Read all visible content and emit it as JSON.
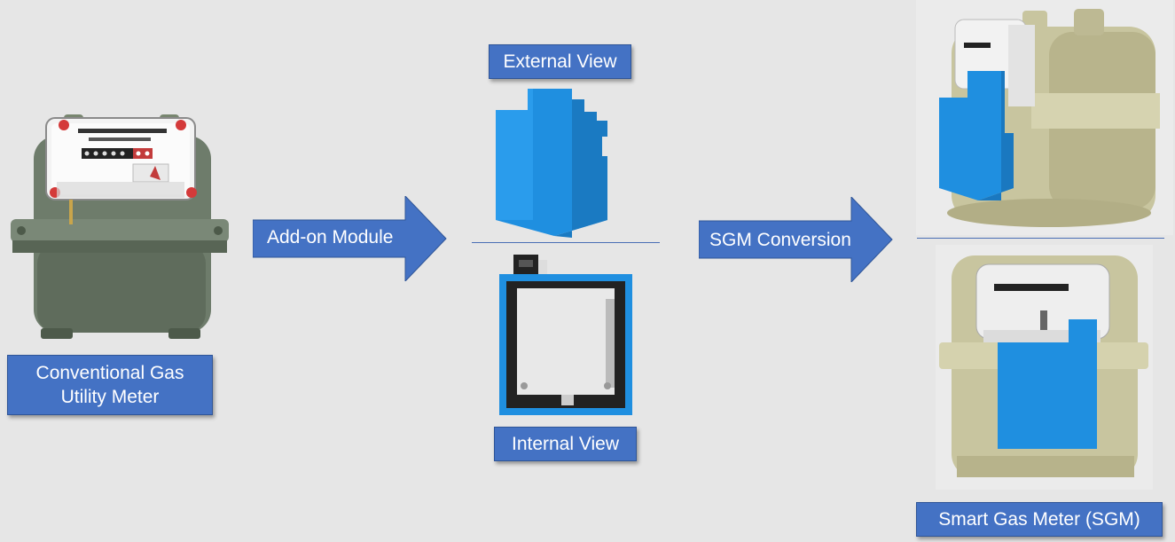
{
  "labels": {
    "conventional_meter": "Conventional Gas Utility Meter",
    "external_view": "External View",
    "internal_view": "Internal View",
    "smart_gas_meter": "Smart Gas Meter (SGM)"
  },
  "arrows": {
    "addon_module": "Add-on Module",
    "sgm_conversion": "SGM Conversion"
  },
  "colors": {
    "label_fill": "#4472c4",
    "arrow_fill": "#4472c4",
    "module_blue": "#1f8fe0",
    "meter_green": "#6b7a68",
    "sgm_beige": "#c9c6a2",
    "background": "#e6e6e6"
  }
}
